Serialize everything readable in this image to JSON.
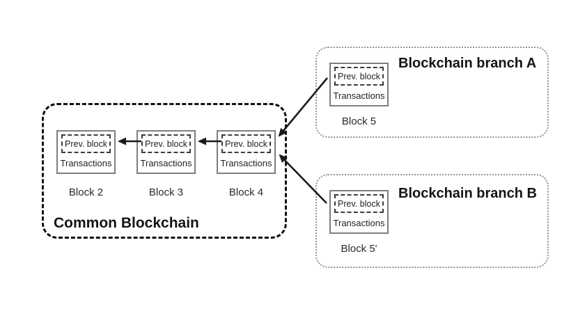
{
  "common": {
    "title": "Common Blockchain",
    "blocks": [
      {
        "label": "Block 2",
        "prev": "Prev. block",
        "tx": "Transactions"
      },
      {
        "label": "Block 3",
        "prev": "Prev. block",
        "tx": "Transactions"
      },
      {
        "label": "Block 4",
        "prev": "Prev. block",
        "tx": "Transactions"
      }
    ]
  },
  "branch_a": {
    "title": "Blockchain branch A",
    "block": {
      "label": "Block 5",
      "prev": "Prev. block",
      "tx": "Transactions"
    }
  },
  "branch_b": {
    "title": "Blockchain branch B",
    "block": {
      "label": "Block 5'",
      "prev": "Prev. block",
      "tx": "Transactions"
    }
  },
  "colors": {
    "arrow": "#1a1a1a",
    "common_border": "#111111",
    "branch_border": "#919191",
    "block_border": "#7e7e7e",
    "inner_dash_border": "#3a3a3a",
    "background": "#ffffff"
  }
}
